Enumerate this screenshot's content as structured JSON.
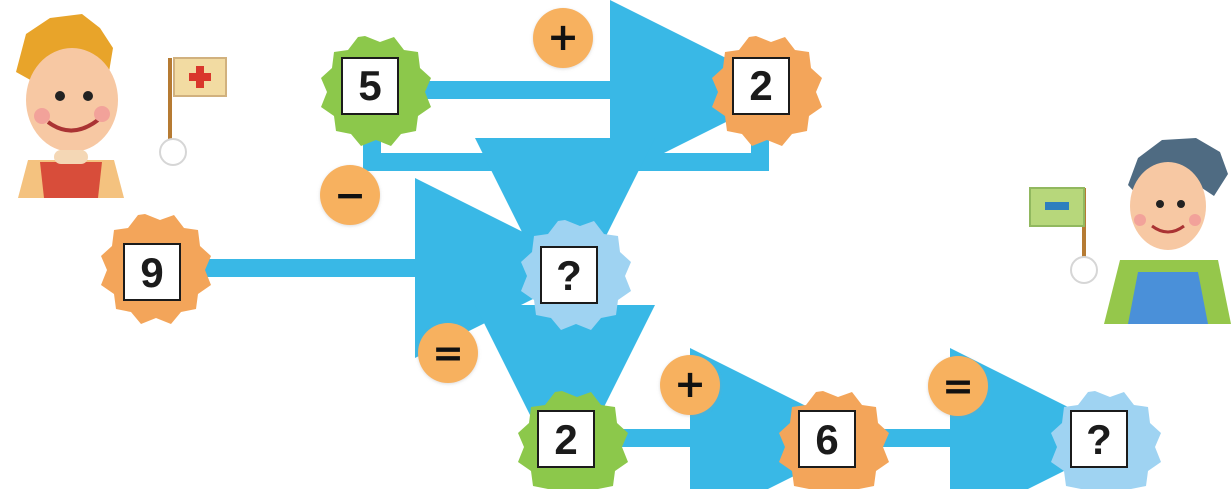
{
  "nodes": {
    "top_left": {
      "value": "5",
      "color": "#8cc84b"
    },
    "top_right": {
      "value": "2",
      "color": "#f3a55a"
    },
    "left": {
      "value": "9",
      "color": "#f3a55a"
    },
    "center": {
      "value": "?",
      "color": "#9fd3f2"
    },
    "bottom_left": {
      "value": "2",
      "color": "#8cc84b"
    },
    "bottom_middle": {
      "value": "6",
      "color": "#f3a55a"
    },
    "bottom_right": {
      "value": "?",
      "color": "#9fd3f2"
    }
  },
  "operators": {
    "top_plus": "+",
    "left_minus": "−",
    "vertical_equals": "=",
    "bottom_plus": "+",
    "bottom_equals": "="
  },
  "characters": {
    "left_flag_icon": "red-plus-flag-icon",
    "right_flag_icon": "green-minus-flag-icon"
  },
  "colors": {
    "connector": "#39b8e6",
    "operator_badge": "#f7b15f",
    "node_box": "#ffffff"
  }
}
